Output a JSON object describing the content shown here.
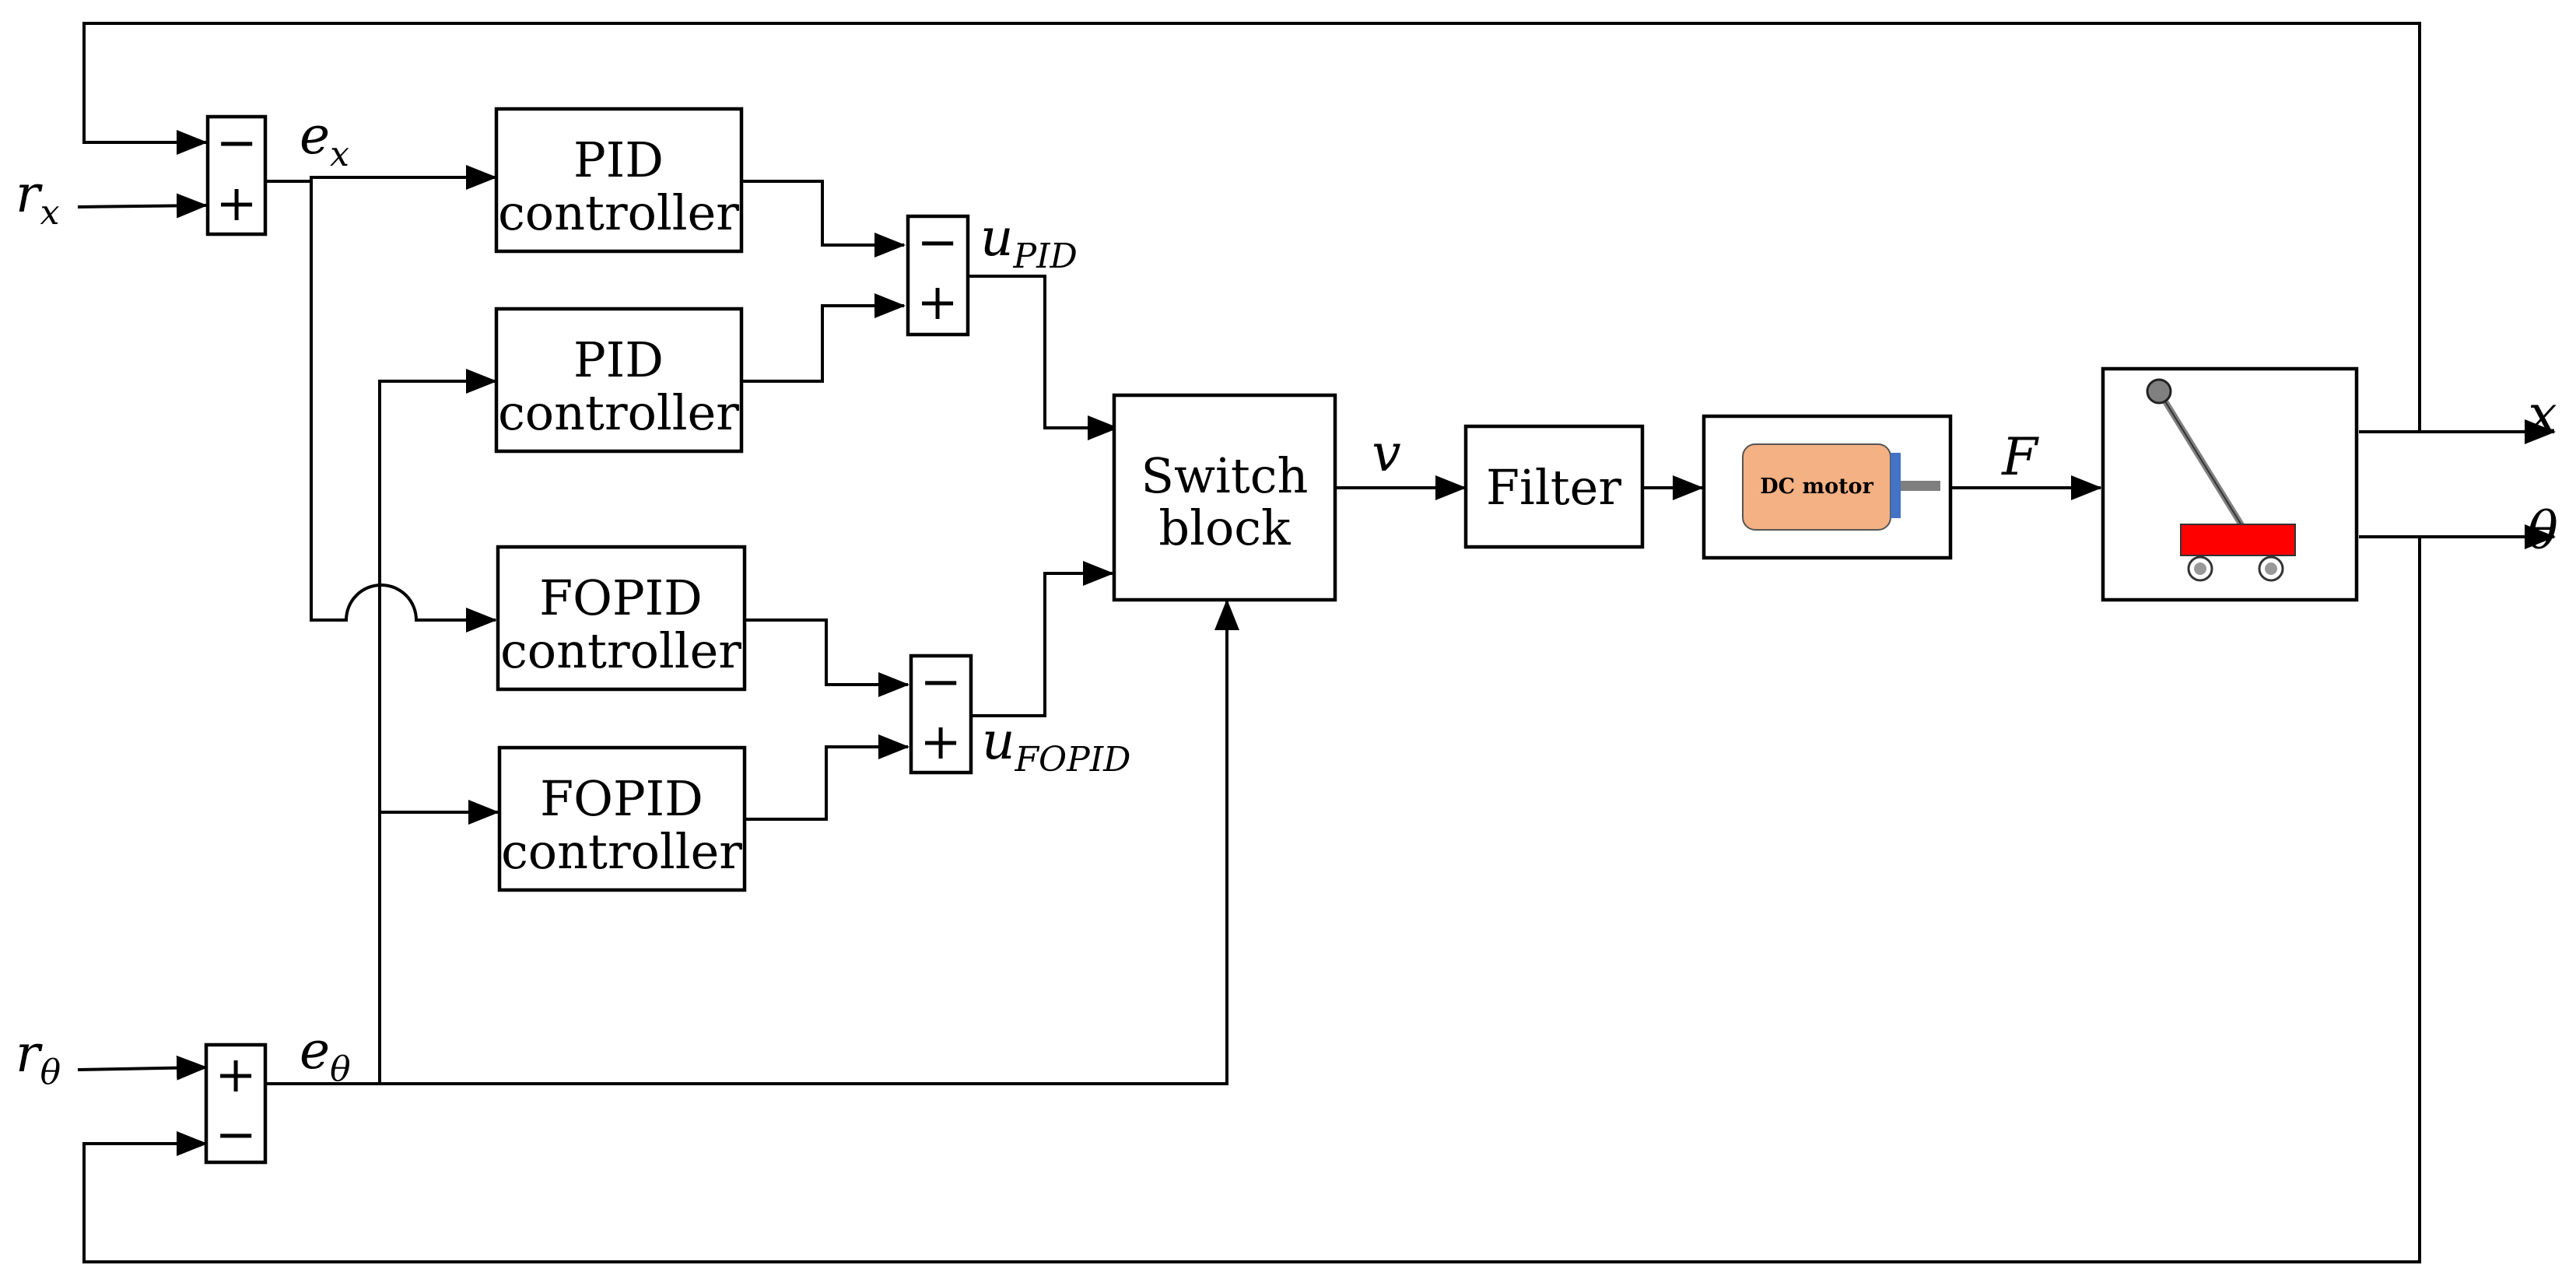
{
  "blocks": {
    "pid1_l1": "PID",
    "pid1_l2": "controller",
    "pid2_l1": "PID",
    "pid2_l2": "controller",
    "fopid1_l1": "FOPID",
    "fopid1_l2": "controller",
    "fopid2_l1": "FOPID",
    "fopid2_l2": "controller",
    "switch_l1": "Switch",
    "switch_l2": "block",
    "filter": "Filter",
    "motor": "DC motor"
  },
  "signs": {
    "sx_top": "−",
    "sx_bot": "+",
    "st_top": "+",
    "st_bot": "−",
    "spid_top": "−",
    "spid_bot": "+",
    "sfopid_top": "−",
    "sfopid_bot": "+"
  },
  "signals": {
    "rx": {
      "base": "r",
      "sub": "x"
    },
    "ex": {
      "base": "e",
      "sub": "x"
    },
    "rtheta": {
      "base": "r",
      "sub": "θ"
    },
    "etheta": {
      "base": "e",
      "sub": "θ"
    },
    "upid": {
      "base": "u",
      "sub": "PID"
    },
    "ufopid": {
      "base": "u",
      "sub": "FOPID"
    },
    "v": "v",
    "F": "F",
    "x": "x",
    "theta": "θ"
  },
  "colors": {
    "motor_body": "#f4b183",
    "motor_face": "#4472c4",
    "motor_shaft": "#7f7f7f",
    "cart": "#ff0000"
  }
}
